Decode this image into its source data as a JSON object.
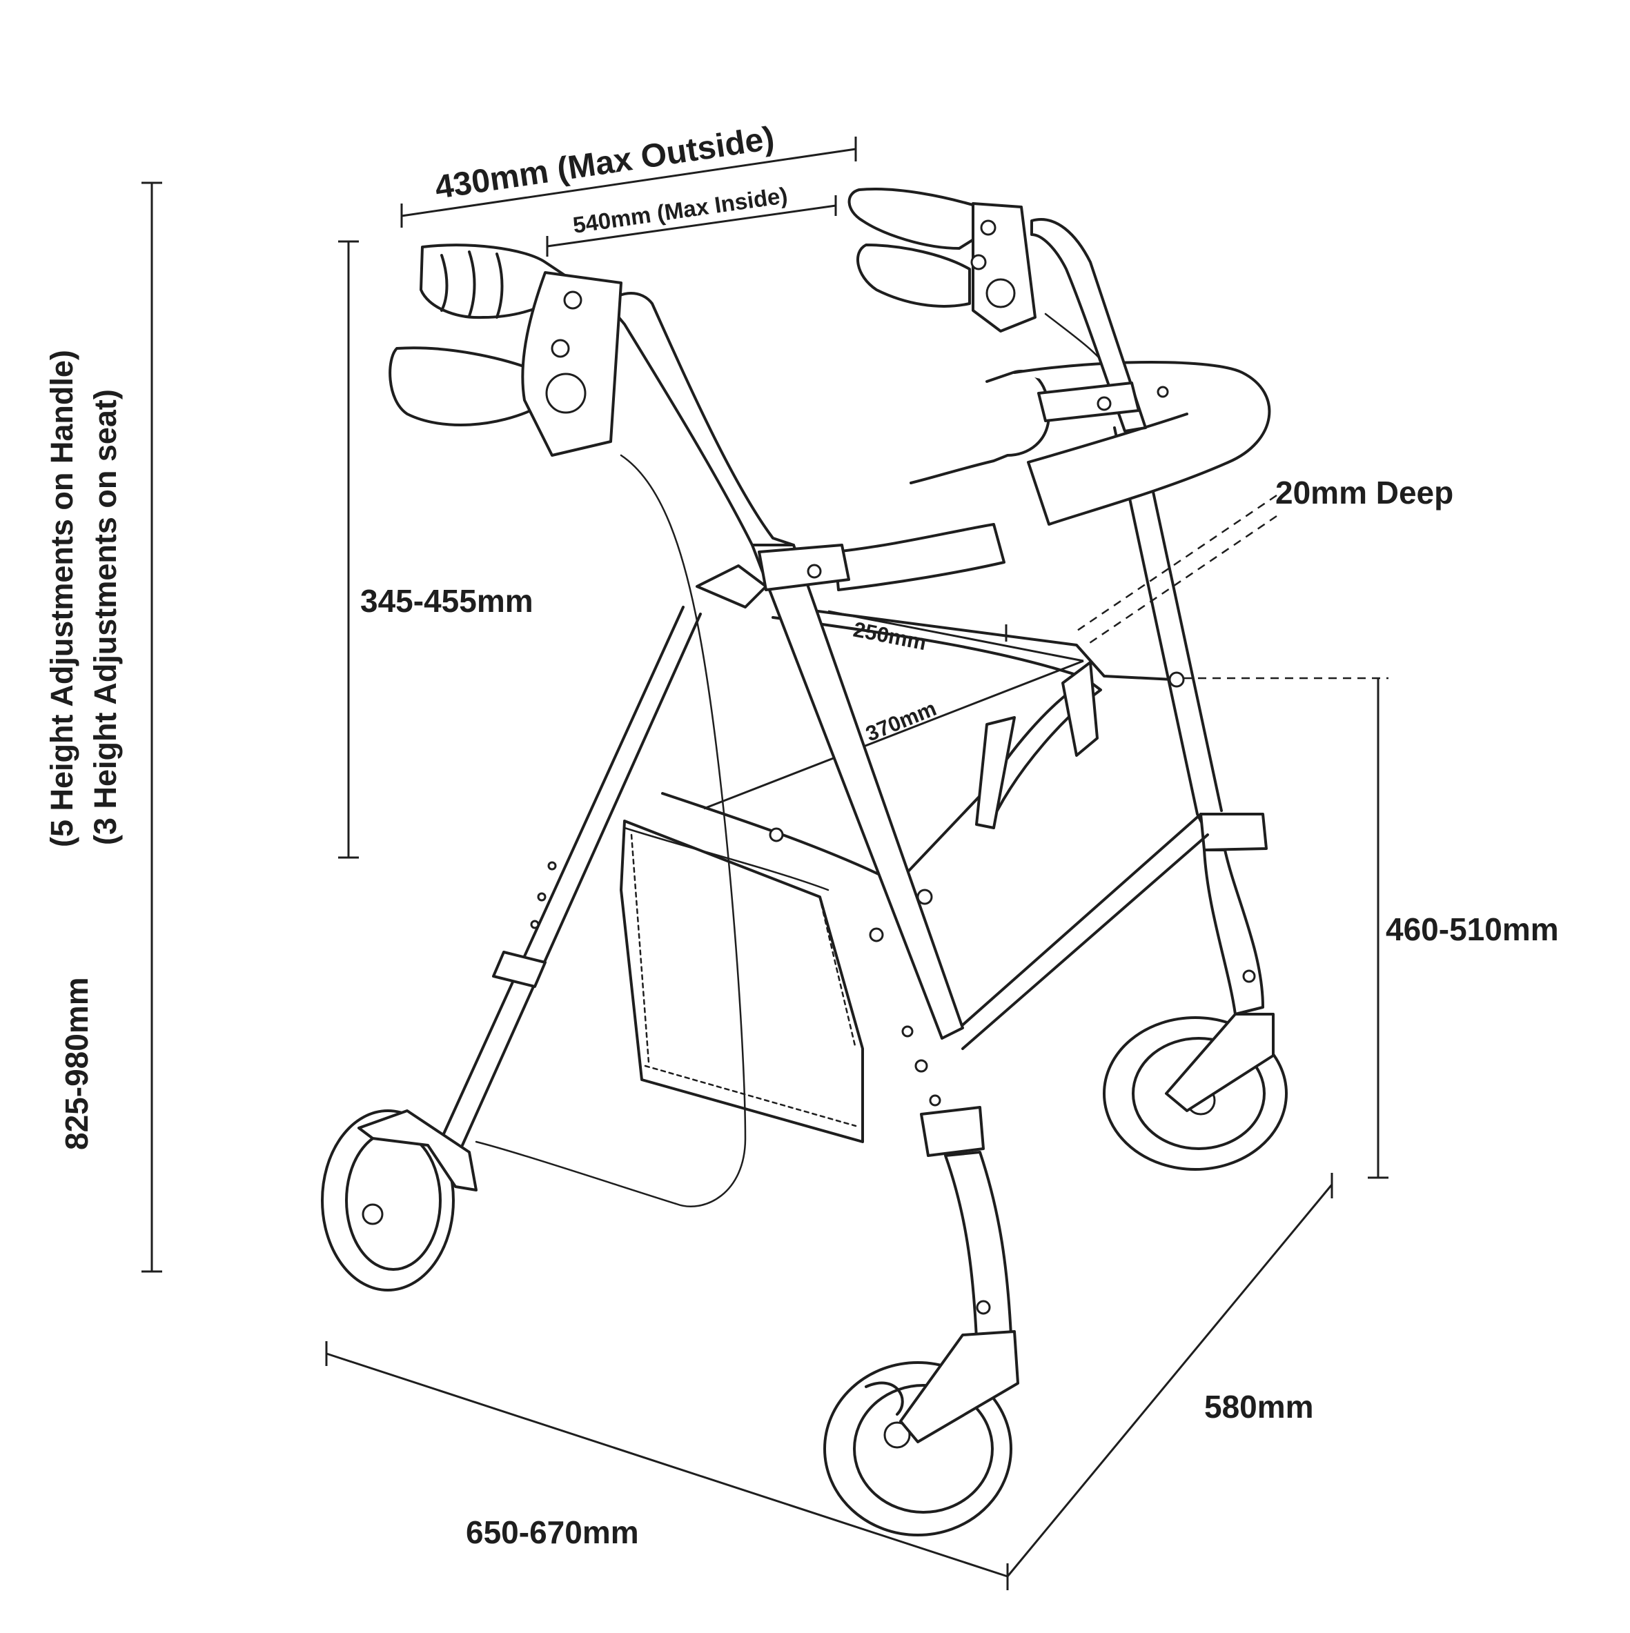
{
  "labels": {
    "outside_width": "430mm (Max Outside)",
    "inside_width": "540mm (Max Inside)",
    "handle_adjust": "(5 Height Adjustments on Handle)",
    "seat_adjust": "(3 Height Adjustments on seat)",
    "handle_range": "345-455mm",
    "total_height": "825-980mm",
    "seat_depth": "20mm Deep",
    "seat_front": "250mm",
    "seat_width": "370mm",
    "seat_height": "460-510mm",
    "depth": "580mm",
    "length": "650-670mm"
  }
}
